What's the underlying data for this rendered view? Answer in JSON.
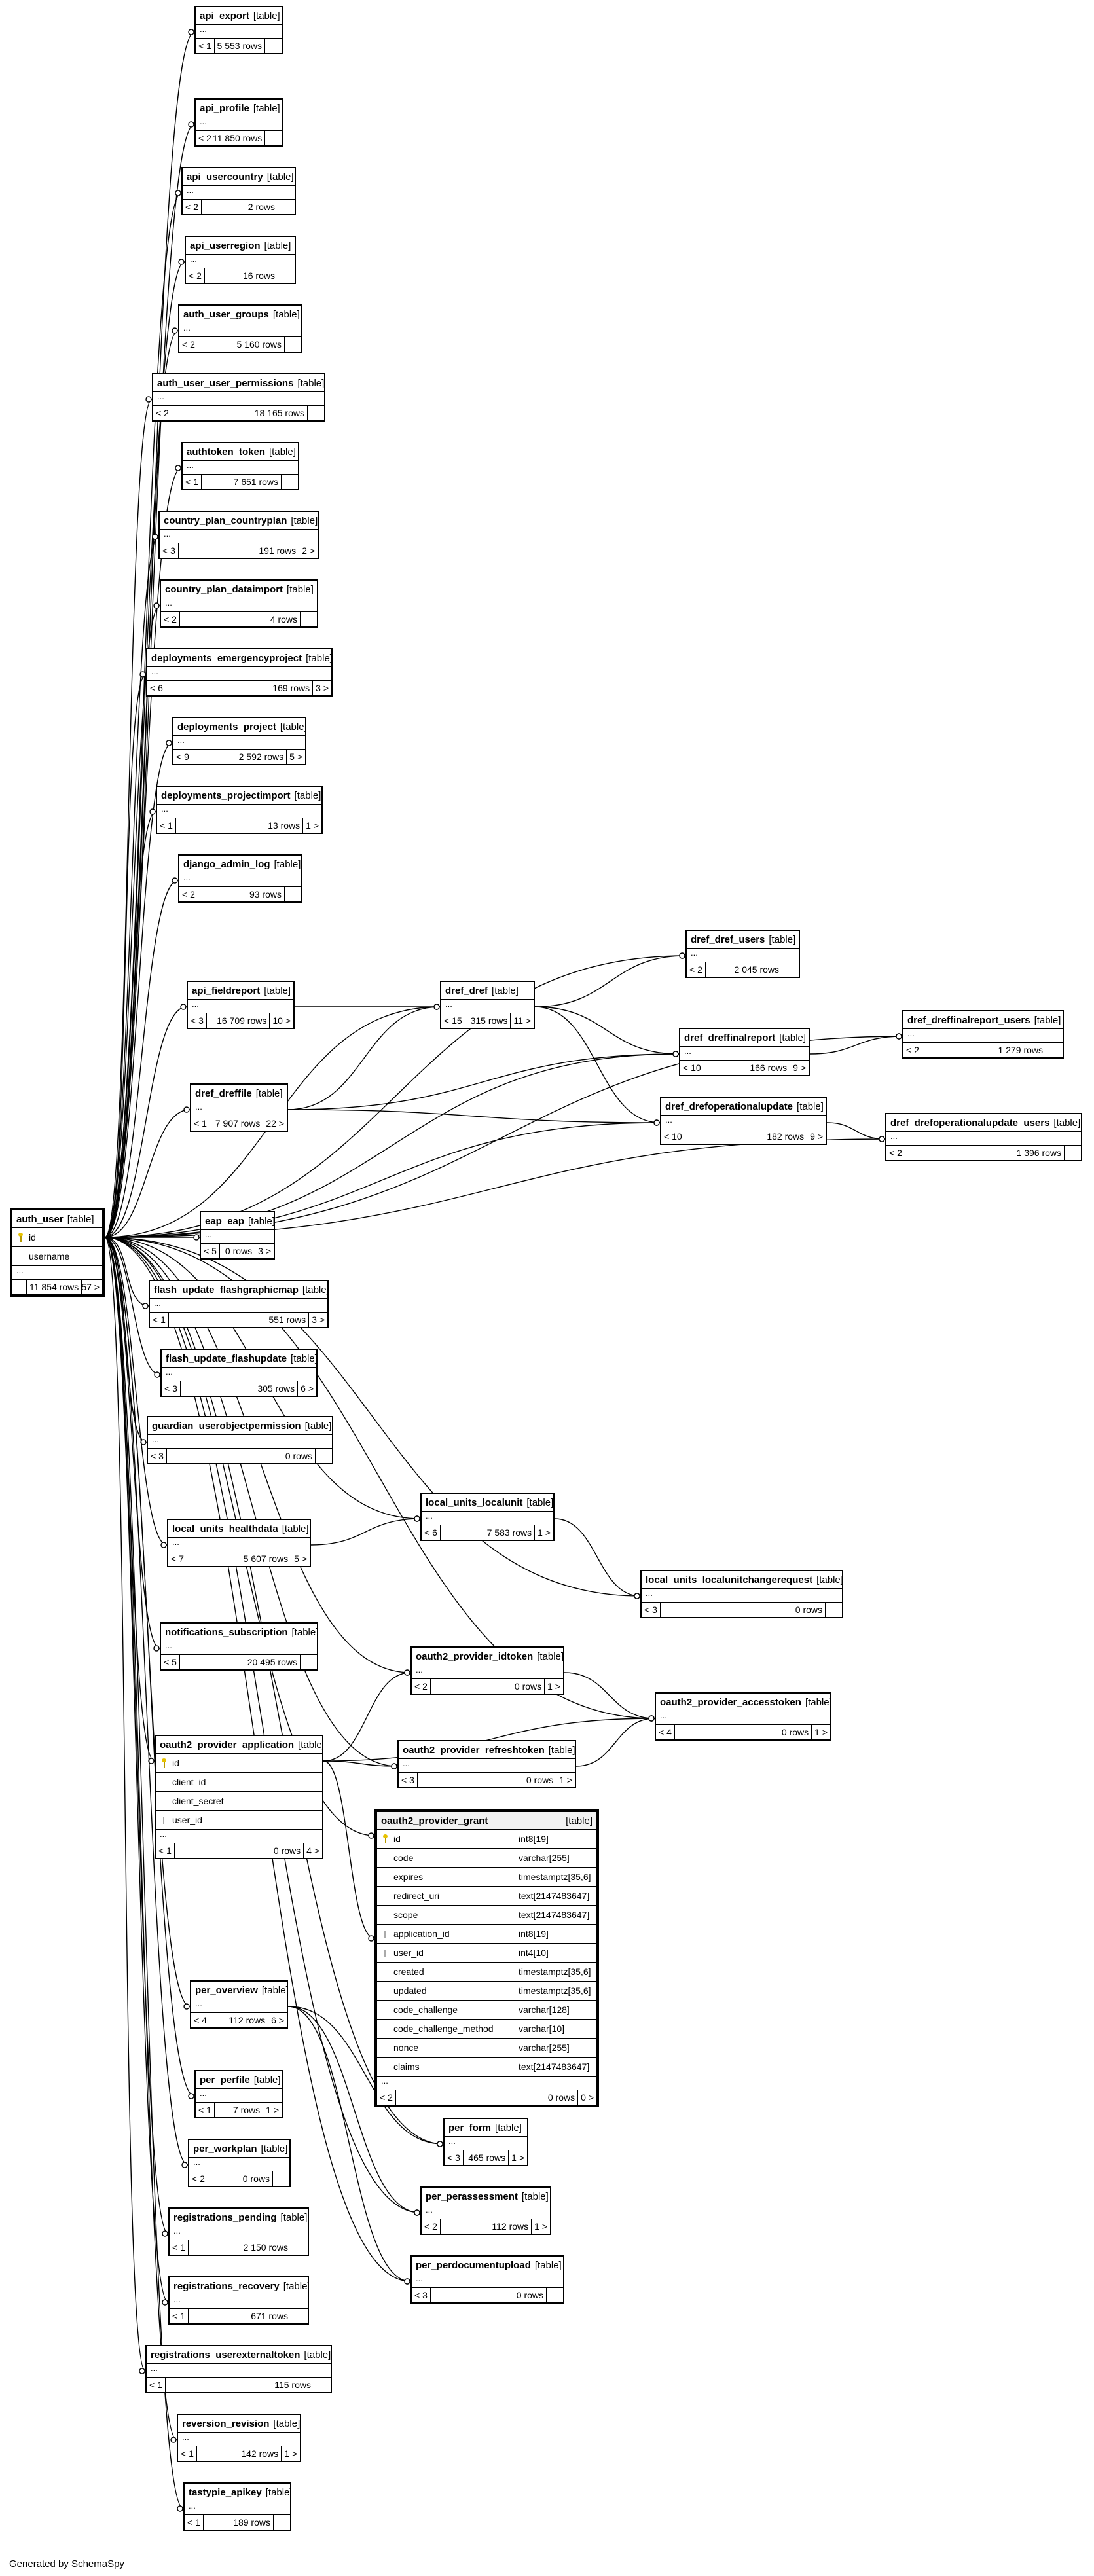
{
  "footer": "Generated by SchemaSpy",
  "tables": [
    {
      "id": "api_export",
      "name": "api_export",
      "type": "[table]",
      "parents": "< 1",
      "rows": "5 553 rows",
      "children": ""
    },
    {
      "id": "api_profile",
      "name": "api_profile",
      "type": "[table]",
      "parents": "< 2",
      "rows": "11 850 rows",
      "children": ""
    },
    {
      "id": "api_usercountry",
      "name": "api_usercountry",
      "type": "[table]",
      "parents": "< 2",
      "rows": "2 rows",
      "children": ""
    },
    {
      "id": "api_userregion",
      "name": "api_userregion",
      "type": "[table]",
      "parents": "< 2",
      "rows": "16 rows",
      "children": ""
    },
    {
      "id": "auth_user_groups",
      "name": "auth_user_groups",
      "type": "[table]",
      "parents": "< 2",
      "rows": "5 160 rows",
      "children": ""
    },
    {
      "id": "auth_user_user_permissions",
      "name": "auth_user_user_permissions",
      "type": "[table]",
      "parents": "< 2",
      "rows": "18 165 rows",
      "children": ""
    },
    {
      "id": "authtoken_token",
      "name": "authtoken_token",
      "type": "[table]",
      "parents": "< 1",
      "rows": "7 651 rows",
      "children": ""
    },
    {
      "id": "country_plan_countryplan",
      "name": "country_plan_countryplan",
      "type": "[table]",
      "parents": "< 3",
      "rows": "191 rows",
      "children": "2 >"
    },
    {
      "id": "country_plan_dataimport",
      "name": "country_plan_dataimport",
      "type": "[table]",
      "parents": "< 2",
      "rows": "4 rows",
      "children": ""
    },
    {
      "id": "deployments_emergencyproject",
      "name": "deployments_emergencyproject",
      "type": "[table]",
      "parents": "< 6",
      "rows": "169 rows",
      "children": "3 >"
    },
    {
      "id": "deployments_project",
      "name": "deployments_project",
      "type": "[table]",
      "parents": "< 9",
      "rows": "2 592 rows",
      "children": "5 >"
    },
    {
      "id": "deployments_projectimport",
      "name": "deployments_projectimport",
      "type": "[table]",
      "parents": "< 1",
      "rows": "13 rows",
      "children": "1 >"
    },
    {
      "id": "django_admin_log",
      "name": "django_admin_log",
      "type": "[table]",
      "parents": "< 2",
      "rows": "93 rows",
      "children": ""
    },
    {
      "id": "api_fieldreport",
      "name": "api_fieldreport",
      "type": "[table]",
      "parents": "< 3",
      "rows": "16 709 rows",
      "children": "10 >"
    },
    {
      "id": "dref_dreffile",
      "name": "dref_dreffile",
      "type": "[table]",
      "parents": "< 1",
      "rows": "7 907 rows",
      "children": "22 >"
    },
    {
      "id": "dref_dref",
      "name": "dref_dref",
      "type": "[table]",
      "parents": "< 15",
      "rows": "315 rows",
      "children": "11 >"
    },
    {
      "id": "dref_dref_users",
      "name": "dref_dref_users",
      "type": "[table]",
      "parents": "< 2",
      "rows": "2 045 rows",
      "children": ""
    },
    {
      "id": "dref_dreffinalreport",
      "name": "dref_dreffinalreport",
      "type": "[table]",
      "parents": "< 10",
      "rows": "166 rows",
      "children": "9 >"
    },
    {
      "id": "dref_dreffinalreport_users",
      "name": "dref_dreffinalreport_users",
      "type": "[table]",
      "parents": "< 2",
      "rows": "1 279 rows",
      "children": ""
    },
    {
      "id": "dref_drefoperationalupdate",
      "name": "dref_drefoperationalupdate",
      "type": "[table]",
      "parents": "< 10",
      "rows": "182 rows",
      "children": "9 >"
    },
    {
      "id": "dref_drefoperationalupdate_users",
      "name": "dref_drefoperationalupdate_users",
      "type": "[table]",
      "parents": "< 2",
      "rows": "1 396 rows",
      "children": ""
    },
    {
      "id": "auth_user",
      "name": "auth_user",
      "type": "[table]",
      "focus": true,
      "columns": [
        {
          "name": "id",
          "icon": "key"
        },
        {
          "name": "username",
          "icon": ""
        }
      ],
      "parents": "",
      "rows": "11 854 rows",
      "children": "57 >"
    },
    {
      "id": "eap_eap",
      "name": "eap_eap",
      "type": "[table]",
      "parents": "< 5",
      "rows": "0 rows",
      "children": "3 >"
    },
    {
      "id": "flash_update_flashgraphicmap",
      "name": "flash_update_flashgraphicmap",
      "type": "[table]",
      "parents": "< 1",
      "rows": "551 rows",
      "children": "3 >"
    },
    {
      "id": "flash_update_flashupdate",
      "name": "flash_update_flashupdate",
      "type": "[table]",
      "parents": "< 3",
      "rows": "305 rows",
      "children": "6 >"
    },
    {
      "id": "guardian_userobjectpermission",
      "name": "guardian_userobjectpermission",
      "type": "[table]",
      "parents": "< 3",
      "rows": "0 rows",
      "children": ""
    },
    {
      "id": "local_units_healthdata",
      "name": "local_units_healthdata",
      "type": "[table]",
      "parents": "< 7",
      "rows": "5 607 rows",
      "children": "5 >"
    },
    {
      "id": "local_units_localunit",
      "name": "local_units_localunit",
      "type": "[table]",
      "parents": "< 6",
      "rows": "7 583 rows",
      "children": "1 >"
    },
    {
      "id": "local_units_localunitchangerequest",
      "name": "local_units_localunitchangerequest",
      "type": "[table]",
      "parents": "< 3",
      "rows": "0 rows",
      "children": ""
    },
    {
      "id": "notifications_subscription",
      "name": "notifications_subscription",
      "type": "[table]",
      "parents": "< 5",
      "rows": "20 495 rows",
      "children": ""
    },
    {
      "id": "oauth2_provider_idtoken",
      "name": "oauth2_provider_idtoken",
      "type": "[table]",
      "parents": "< 2",
      "rows": "0 rows",
      "children": "1 >"
    },
    {
      "id": "oauth2_provider_accesstoken",
      "name": "oauth2_provider_accesstoken",
      "type": "[table]",
      "parents": "< 4",
      "rows": "0 rows",
      "children": "1 >"
    },
    {
      "id": "oauth2_provider_application",
      "name": "oauth2_provider_application",
      "type": "[table]",
      "columns": [
        {
          "name": "id",
          "icon": "key"
        },
        {
          "name": "client_id",
          "icon": ""
        },
        {
          "name": "client_secret",
          "icon": ""
        },
        {
          "name": "user_id",
          "icon": "fk"
        }
      ],
      "parents": "< 1",
      "rows": "0 rows",
      "children": "4 >"
    },
    {
      "id": "oauth2_provider_refreshtoken",
      "name": "oauth2_provider_refreshtoken",
      "type": "[table]",
      "parents": "< 3",
      "rows": "0 rows",
      "children": "1 >"
    },
    {
      "id": "oauth2_provider_grant",
      "name": "oauth2_provider_grant",
      "type": "[table]",
      "focus": true,
      "columns": [
        {
          "name": "id",
          "type": "int8[19]",
          "icon": "key"
        },
        {
          "name": "code",
          "type": "varchar[255]",
          "icon": ""
        },
        {
          "name": "expires",
          "type": "timestamptz[35,6]",
          "icon": ""
        },
        {
          "name": "redirect_uri",
          "type": "text[2147483647]",
          "icon": ""
        },
        {
          "name": "scope",
          "type": "text[2147483647]",
          "icon": ""
        },
        {
          "name": "application_id",
          "type": "int8[19]",
          "icon": "fk"
        },
        {
          "name": "user_id",
          "type": "int4[10]",
          "icon": "fk"
        },
        {
          "name": "created",
          "type": "timestamptz[35,6]",
          "icon": ""
        },
        {
          "name": "updated",
          "type": "timestamptz[35,6]",
          "icon": ""
        },
        {
          "name": "code_challenge",
          "type": "varchar[128]",
          "icon": ""
        },
        {
          "name": "code_challenge_method",
          "type": "varchar[10]",
          "icon": ""
        },
        {
          "name": "nonce",
          "type": "varchar[255]",
          "icon": ""
        },
        {
          "name": "claims",
          "type": "text[2147483647]",
          "icon": ""
        }
      ],
      "parents": "< 2",
      "rows": "0 rows",
      "children": "0 >"
    },
    {
      "id": "per_overview",
      "name": "per_overview",
      "type": "[table]",
      "parents": "< 4",
      "rows": "112 rows",
      "children": "6 >"
    },
    {
      "id": "per_perfile",
      "name": "per_perfile",
      "type": "[table]",
      "parents": "< 1",
      "rows": "7 rows",
      "children": "1 >"
    },
    {
      "id": "per_form",
      "name": "per_form",
      "type": "[table]",
      "parents": "< 3",
      "rows": "465 rows",
      "children": "1 >"
    },
    {
      "id": "per_workplan",
      "name": "per_workplan",
      "type": "[table]",
      "parents": "< 2",
      "rows": "0 rows",
      "children": ""
    },
    {
      "id": "per_perassessment",
      "name": "per_perassessment",
      "type": "[table]",
      "parents": "< 2",
      "rows": "112 rows",
      "children": "1 >"
    },
    {
      "id": "registrations_pending",
      "name": "registrations_pending",
      "type": "[table]",
      "parents": "< 1",
      "rows": "2 150 rows",
      "children": ""
    },
    {
      "id": "per_perdocumentupload",
      "name": "per_perdocumentupload",
      "type": "[table]",
      "parents": "< 3",
      "rows": "0 rows",
      "children": ""
    },
    {
      "id": "registrations_recovery",
      "name": "registrations_recovery",
      "type": "[table]",
      "parents": "< 1",
      "rows": "671 rows",
      "children": ""
    },
    {
      "id": "registrations_userexternaltoken",
      "name": "registrations_userexternaltoken",
      "type": "[table]",
      "parents": "< 1",
      "rows": "115 rows",
      "children": ""
    },
    {
      "id": "reversion_revision",
      "name": "reversion_revision",
      "type": "[table]",
      "parents": "< 1",
      "rows": "142 rows",
      "children": "1 >"
    },
    {
      "id": "tastypie_apikey",
      "name": "tastypie_apikey",
      "type": "[table]",
      "parents": "< 1",
      "rows": "189 rows",
      "children": ""
    }
  ]
}
